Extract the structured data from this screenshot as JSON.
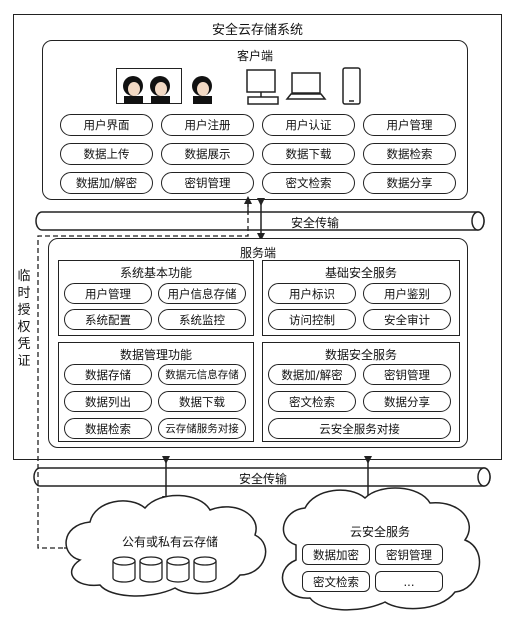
{
  "system_title": "安全云存储系统",
  "client": {
    "title": "客户端",
    "features": [
      "用户界面",
      "用户注册",
      "用户认证",
      "用户管理",
      "数据上传",
      "数据展示",
      "数据下载",
      "数据检索",
      "数据加/解密",
      "密钥管理",
      "密文检索",
      "数据分享"
    ]
  },
  "transport_top": "安全传输",
  "transport_bottom": "安全传输",
  "side_label": [
    "临",
    "时",
    "授",
    "权",
    "凭",
    "证"
  ],
  "server": {
    "title": "服务端",
    "system_basic": {
      "title": "系统基本功能",
      "items": [
        "用户管理",
        "用户信息存储",
        "系统配置",
        "系统监控"
      ]
    },
    "basic_security": {
      "title": "基础安全服务",
      "items": [
        "用户标识",
        "用户鉴别",
        "访问控制",
        "安全审计"
      ]
    },
    "data_mgmt": {
      "title": "数据管理功能",
      "items": [
        "数据存储",
        "数据元信息存储",
        "数据列出",
        "数据下载",
        "数据检索",
        "云存储服务对接"
      ]
    },
    "data_security": {
      "title": "数据安全服务",
      "items": [
        "数据加/解密",
        "密钥管理",
        "密文检索",
        "数据分享",
        "云安全服务对接"
      ]
    }
  },
  "cloud_storage": {
    "title": "公有或私有云存储"
  },
  "cloud_security": {
    "title": "云安全服务",
    "items": [
      "数据加密",
      "密钥管理",
      "密文检索",
      "..."
    ]
  }
}
